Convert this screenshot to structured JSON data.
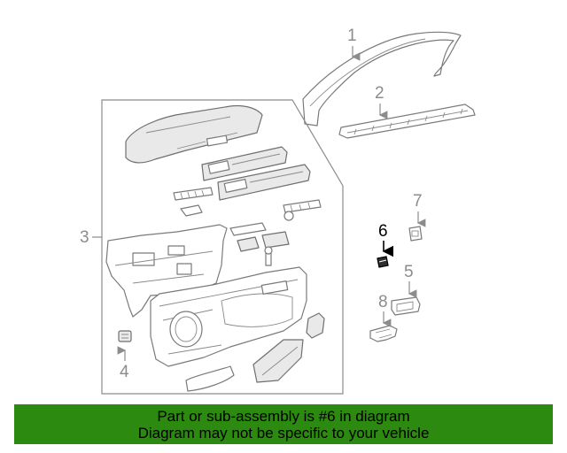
{
  "callouts": [
    "1",
    "2",
    "3",
    "4",
    "5",
    "6",
    "7",
    "8"
  ],
  "highlighted_part": "6",
  "banner": {
    "line1": "Part or sub-assembly is #6 in diagram",
    "line2": "Diagram may not be specific to your vehicle",
    "background_color": "#2b8a0f"
  }
}
